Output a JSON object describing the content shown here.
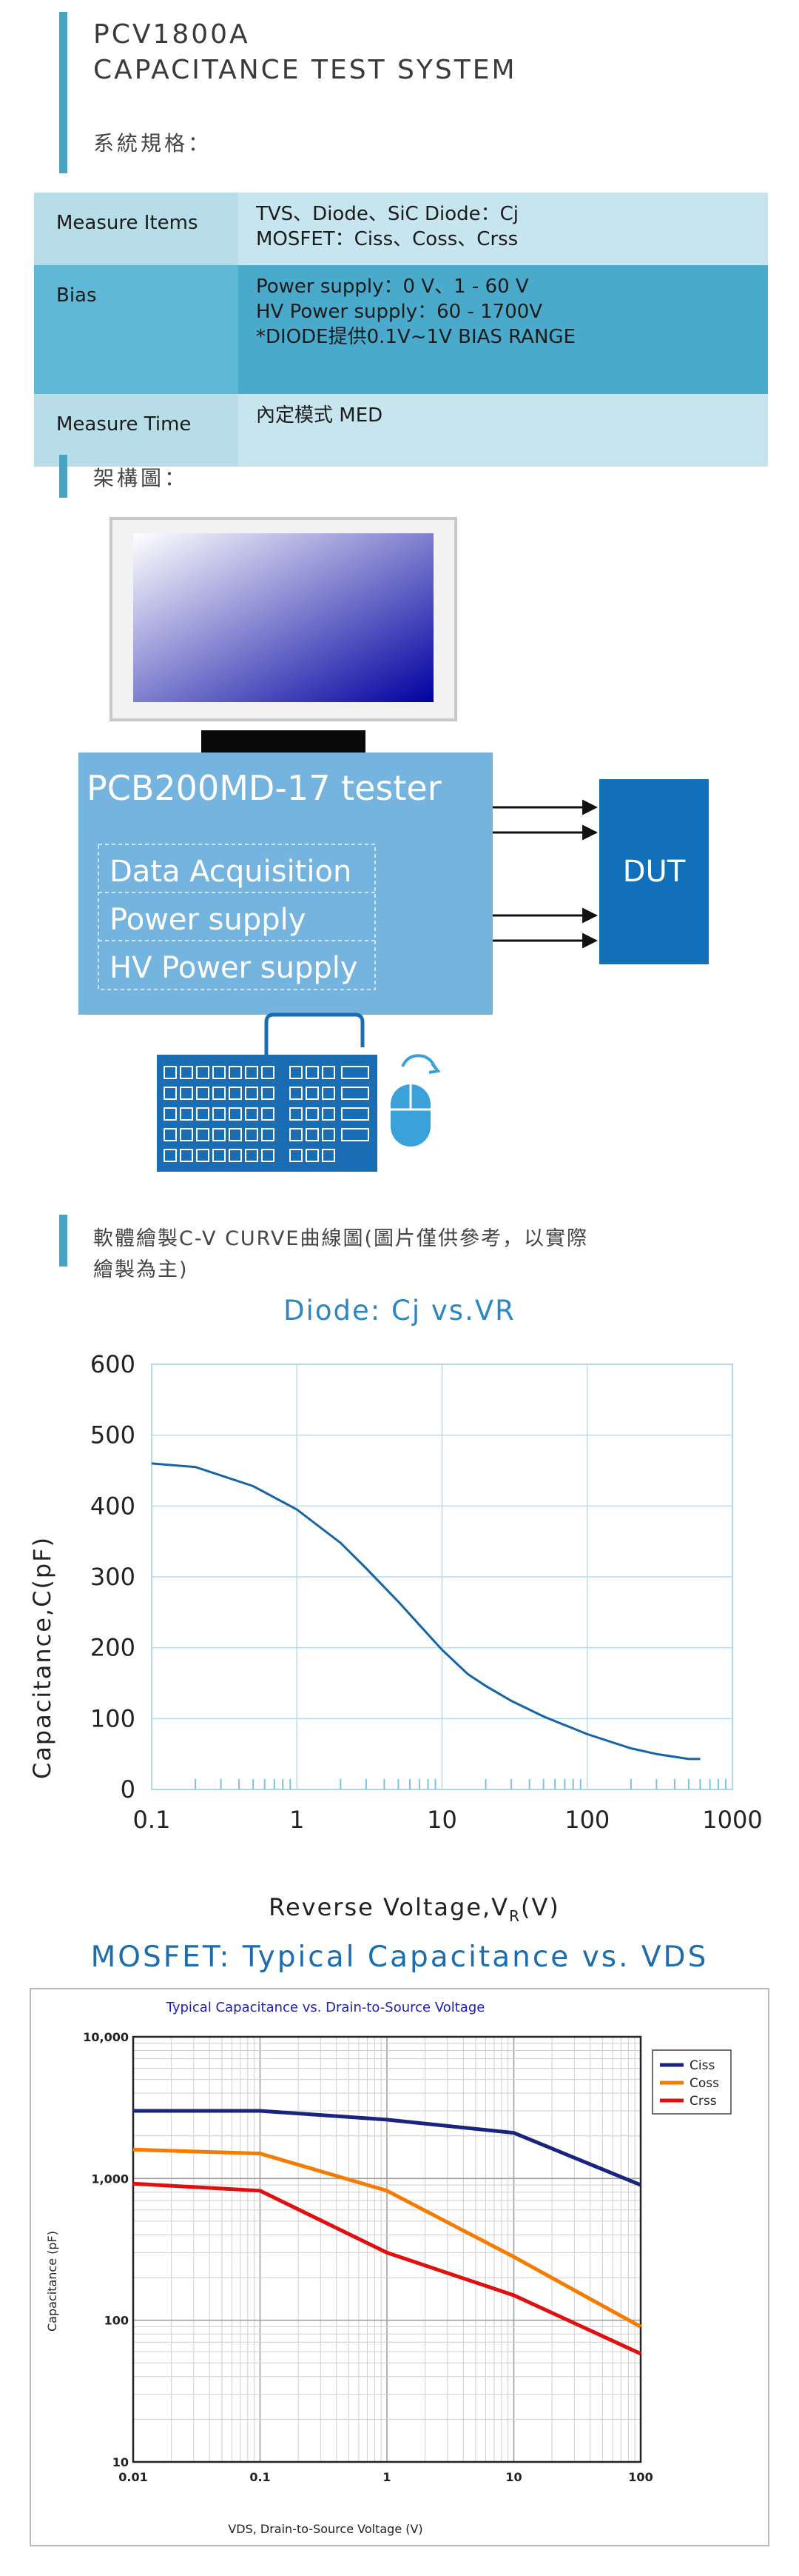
{
  "header": {
    "title_line1": "PCV1800A",
    "title_line2": "CAPACITANCE TEST SYSTEM",
    "spec_label": "系統規格："
  },
  "spec_table": [
    {
      "key": "Measure Items",
      "lines": [
        "TVS、Diode、SiC Diode：Cj",
        "MOSFET：Ciss、Coss、Crss"
      ]
    },
    {
      "key": "Bias",
      "lines": [
        "Power supply：0 V、1 - 60 V",
        "HV Power supply：60 - 1700V",
        "*DIODE提供0.1V~1V BIAS RANGE"
      ]
    },
    {
      "key": "Measure Time",
      "lines": [
        "內定模式 MED"
      ]
    }
  ],
  "architecture": {
    "label": "架構圖：",
    "tester_title": "PCB200MD-17 tester",
    "modules": [
      "Data Acquisition",
      "Power supply",
      "HV Power supply"
    ],
    "dut_label": "DUT",
    "colors": {
      "tester": "#74b4de",
      "dut": "#1170b9",
      "keyboard": "#1a6db2",
      "mouse": "#3ba1db"
    }
  },
  "cv_section": {
    "label_line1": "軟體繪製C-V CURVE曲線圖(圖片僅供參考，以實際",
    "label_line2": "繪製為主)"
  },
  "chart_data": [
    {
      "type": "line",
      "title": "Diode: Cj vs.VR",
      "xlabel": "Reverse Voltage,V",
      "xlabel_sub": "R",
      "xlabel_tail": "(V)",
      "ylabel": "Capacitance,C(pF)",
      "x_scale": "log",
      "xlim": [
        0.1,
        1000
      ],
      "ylim": [
        0,
        600
      ],
      "x_ticks": [
        "0.1",
        "1",
        "10",
        "100",
        "1000"
      ],
      "y_ticks": [
        "0",
        "100",
        "200",
        "300",
        "400",
        "500",
        "600"
      ],
      "grid": "vertical decades and horizontal every 100",
      "color": "#1564a8",
      "series": [
        {
          "x": [
            0.1,
            0.2,
            0.5,
            1,
            2,
            3,
            5,
            7,
            10,
            15,
            20,
            30,
            50,
            100,
            200,
            300,
            500,
            600
          ],
          "values": [
            460,
            455,
            428,
            395,
            348,
            312,
            265,
            232,
            197,
            163,
            146,
            125,
            103,
            78,
            58,
            50,
            43,
            43
          ]
        }
      ]
    },
    {
      "type": "line",
      "title": "MOSFET: Typical Capacitance vs. VDS",
      "inner_title": "Typical Capacitance vs. Drain-to-Source Voltage",
      "xlabel": "VDS, Drain-to-Source Voltage (V)",
      "ylabel": "Capacitance (pF)",
      "x_scale": "log",
      "y_scale": "log",
      "xlim": [
        0.01,
        100
      ],
      "ylim": [
        10,
        10000
      ],
      "x_ticks": [
        "0.01",
        "0.1",
        "1",
        "10",
        "100"
      ],
      "y_ticks": [
        "10",
        "100",
        "1,000",
        "10,000"
      ],
      "legend": "top-right",
      "grid": true,
      "series": [
        {
          "name": "Ciss",
          "color": "#1a237e",
          "x": [
            0.01,
            0.1,
            1,
            10,
            100
          ],
          "values": [
            3000,
            3000,
            2600,
            2100,
            900
          ]
        },
        {
          "name": "Coss",
          "color": "#f57c00",
          "x": [
            0.01,
            0.1,
            1,
            10,
            100
          ],
          "values": [
            1600,
            1500,
            820,
            280,
            90
          ]
        },
        {
          "name": "Crss",
          "color": "#e01010",
          "x": [
            0.01,
            0.1,
            1,
            10,
            100
          ],
          "values": [
            920,
            820,
            300,
            150,
            58
          ]
        }
      ]
    }
  ]
}
